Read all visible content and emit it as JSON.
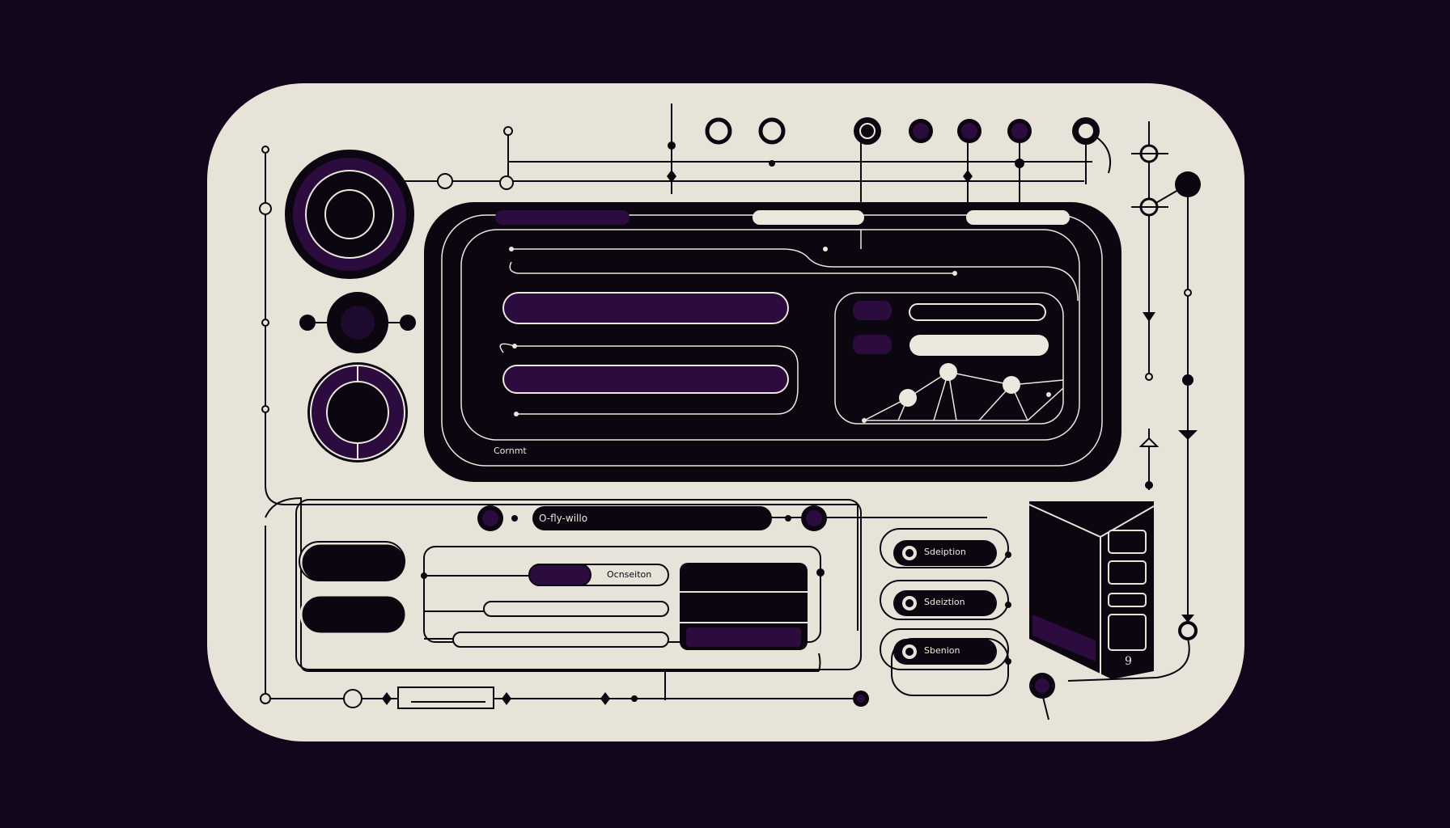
{
  "colors": {
    "background": "#12061d",
    "panel": "#e7e3d8",
    "ink": "#0b0610",
    "accent": "#2c0b3f",
    "line": "#ece8de"
  },
  "main_panel": {
    "footer_label": "Cornmt"
  },
  "toolbar": {
    "search_label": "O-fly-willo"
  },
  "action": {
    "button_label": "Ocnseiton"
  },
  "subscriptions": [
    {
      "label": "Sdeiption"
    },
    {
      "label": "Sdeiztion"
    },
    {
      "label": "Sbenion"
    }
  ],
  "device_glyph": "9",
  "icons": [
    "target-icon",
    "dial-icon",
    "ring-icon",
    "node-icon",
    "diamond-icon",
    "triangle-icon"
  ]
}
